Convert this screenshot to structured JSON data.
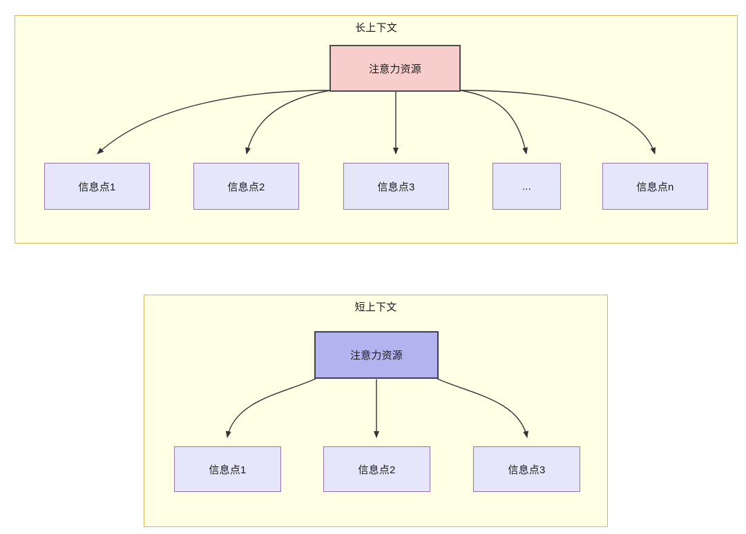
{
  "diagram": {
    "type": "flowchart",
    "background_color": "#ffffff",
    "groups": [
      {
        "id": "long-context",
        "title": "长上下文",
        "fill_color": "#ffffe6",
        "stroke_color": "#d6b656",
        "root": {
          "label": "注意力资源",
          "fill_color": "#f8cecc",
          "stroke_color": "#4d4d4d"
        },
        "leaves": [
          {
            "label": "信息点1",
            "fill_color": "#e6e6fa",
            "stroke_color": "#9673a6"
          },
          {
            "label": "信息点2",
            "fill_color": "#e6e6fa",
            "stroke_color": "#9673a6"
          },
          {
            "label": "信息点3",
            "fill_color": "#e6e6fa",
            "stroke_color": "#9673a6"
          },
          {
            "label": "...",
            "fill_color": "#e6e6fa",
            "stroke_color": "#9673a6"
          },
          {
            "label": "信息点n",
            "fill_color": "#e6e6fa",
            "stroke_color": "#9673a6"
          }
        ]
      },
      {
        "id": "short-context",
        "title": "短上下文",
        "fill_color": "#ffffe6",
        "stroke_color": "#d6b656",
        "root": {
          "label": "注意力资源",
          "fill_color": "#b3b3f0",
          "stroke_color": "#3f3f4d"
        },
        "leaves": [
          {
            "label": "信息点1",
            "fill_color": "#e6e6fa",
            "stroke_color": "#9673a6"
          },
          {
            "label": "信息点2",
            "fill_color": "#e6e6fa",
            "stroke_color": "#9673a6"
          },
          {
            "label": "信息点3",
            "fill_color": "#e6e6fa",
            "stroke_color": "#9673a6"
          }
        ]
      }
    ],
    "edge_color": "#333333"
  }
}
